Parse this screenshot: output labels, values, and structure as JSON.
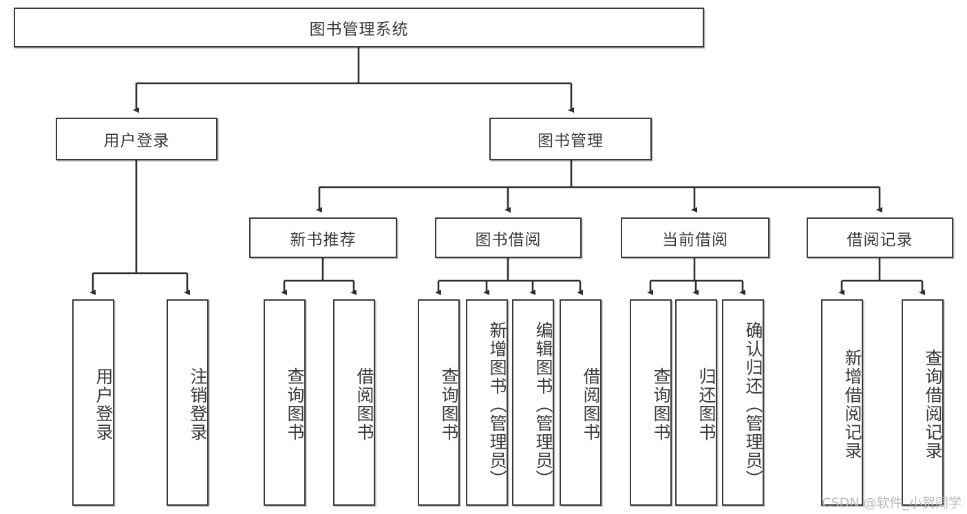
{
  "diagram": {
    "title": "图书管理系统",
    "type": "tree-hierarchy-chart",
    "root": {
      "label": "图书管理系统"
    },
    "level2": [
      {
        "label": "用户登录"
      },
      {
        "label": "图书管理"
      }
    ],
    "level3": [
      {
        "label": "新书推荐"
      },
      {
        "label": "图书借阅"
      },
      {
        "label": "当前借阅"
      },
      {
        "label": "借阅记录"
      }
    ],
    "leaves_user_login": [
      {
        "label": "用户登录"
      },
      {
        "label": "注销登录"
      }
    ],
    "leaves_new_book": [
      {
        "label": "查询图书"
      },
      {
        "label": "借阅图书"
      }
    ],
    "leaves_borrow": [
      {
        "label": "查询图书"
      },
      {
        "label": "新增图书（管理员）"
      },
      {
        "label": "编辑图书（管理员）"
      },
      {
        "label": "借阅图书"
      }
    ],
    "leaves_current": [
      {
        "label": "查询图书"
      },
      {
        "label": "归还图书"
      },
      {
        "label": "确认归还（管理员）"
      }
    ],
    "leaves_records": [
      {
        "label": "新增借阅记录"
      },
      {
        "label": "查询借阅记录"
      }
    ]
  },
  "watermark": {
    "text": "CSDN @软件_小贺同学"
  },
  "colors": {
    "box_border": "#3b3b3b",
    "box_fill": "#ffffff",
    "text": "#3a3a3a",
    "connector": "#2f2f2f",
    "watermark": "#b9b9b9"
  }
}
